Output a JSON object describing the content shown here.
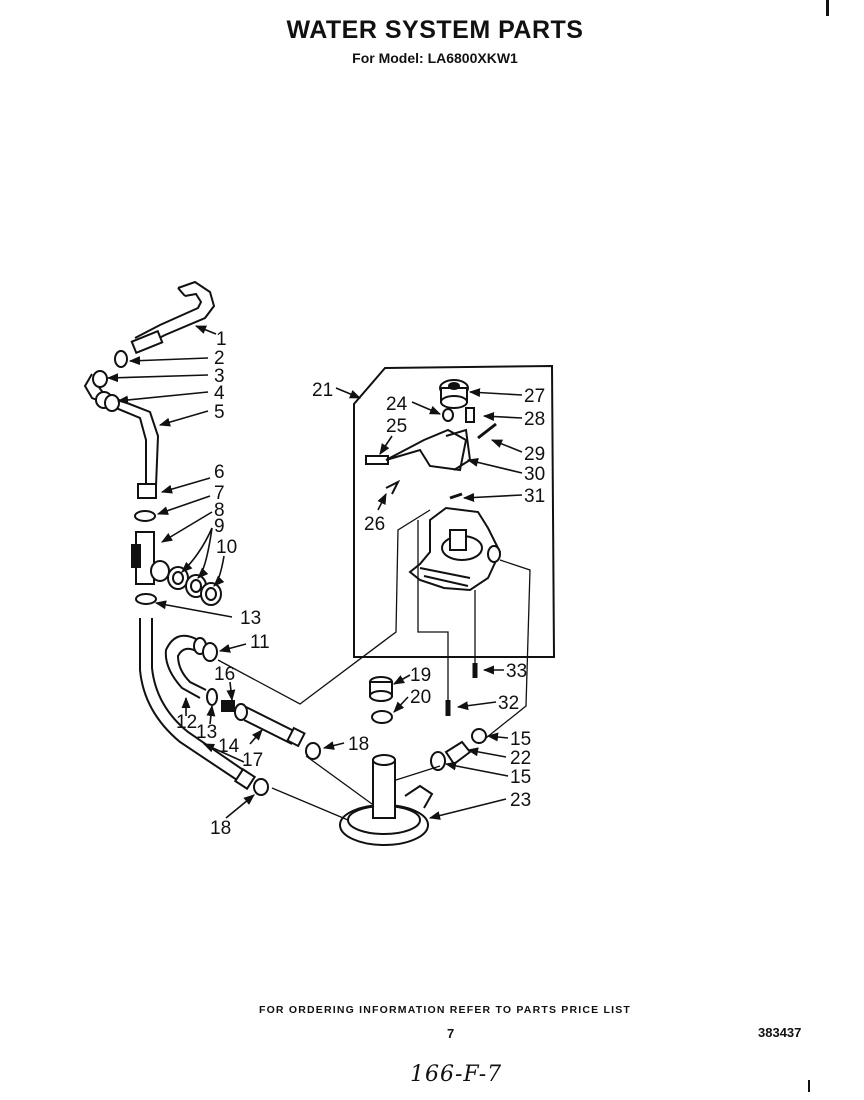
{
  "header": {
    "title": "WATER SYSTEM PARTS",
    "subtitle": "For Model: LA6800XKW1"
  },
  "footer": {
    "ordering_note": "FOR ORDERING INFORMATION REFER TO PARTS PRICE LIST",
    "page_number": "7",
    "document_number": "383437",
    "handwritten_note": "166-F-7"
  },
  "callouts": {
    "c1": "1",
    "c2": "2",
    "c3": "3",
    "c4": "4",
    "c5": "5",
    "c6": "6",
    "c7": "7",
    "c8": "8",
    "c9": "9",
    "c10": "10",
    "c11": "11",
    "c12": "12",
    "c13a": "13",
    "c13b": "13",
    "c14": "14",
    "c15a": "15",
    "c15b": "15",
    "c16": "16",
    "c17": "17",
    "c18a": "18",
    "c18b": "18",
    "c19": "19",
    "c20": "20",
    "c21": "21",
    "c22": "22",
    "c23": "23",
    "c24": "24",
    "c25": "25",
    "c26": "26",
    "c27": "27",
    "c28": "28",
    "c29": "29",
    "c30": "30",
    "c31": "31",
    "c32": "32",
    "c33": "33"
  }
}
